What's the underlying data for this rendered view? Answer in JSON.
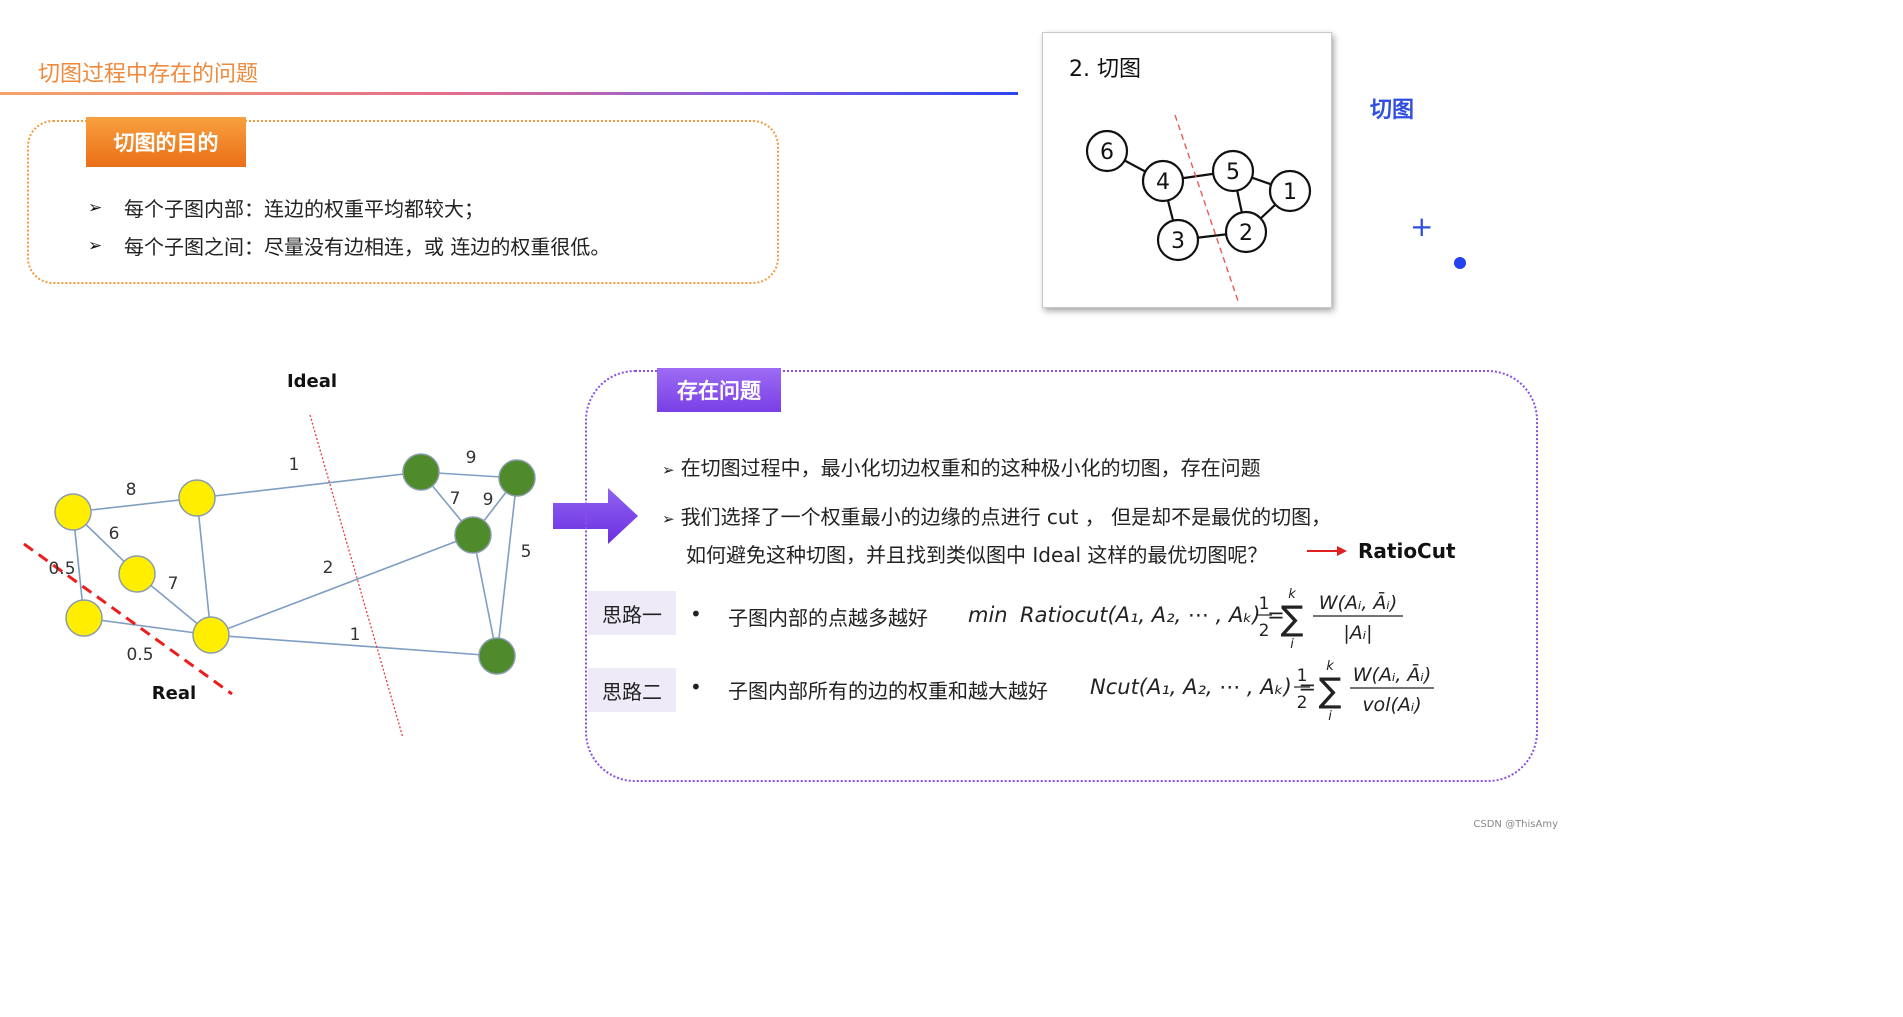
{
  "header": {
    "title": "切图过程中存在的问题"
  },
  "purpose": {
    "tag": "切图的目的",
    "items": [
      "每个子图内部：连边的权重平均都较大；",
      "每个子图之间：尽量没有边相连，或 连边的权重很低。"
    ],
    "bullet_glyph": "➢"
  },
  "mini_graph": {
    "title": "2. 切图",
    "nodes": [
      "6",
      "4",
      "5",
      "1",
      "3",
      "2"
    ]
  },
  "side_label": "切图",
  "plus_mark": "+",
  "main_graph": {
    "ideal_label": "Ideal",
    "real_label": "Real",
    "edge_weights": [
      "8",
      "6",
      "7",
      "0.5",
      "0.5",
      "1",
      "2",
      "1",
      "9",
      "7",
      "9",
      "5"
    ]
  },
  "problem": {
    "tag": "存在问题",
    "line1": "在切图过程中，最小化切边权重和的这种极小化的切图，存在问题",
    "line2": "我们选择了一个权重最小的边缘的点进行 cut ， 但是却不是最优的切图，",
    "line3": "如何避免这种切图，并且找到类似图中 Ideal 这样的最优切图呢？",
    "ratiocut": "RatioCut",
    "tri_glyph": "➢"
  },
  "ideas": [
    {
      "tag": "思路一",
      "bullet": "•",
      "text": "子图内部的点越多越好",
      "formula": {
        "prefix": "min",
        "lhs": "Ratiocut(A₁, A₂, ⋯ , Aₖ) =",
        "frac_num": "1",
        "frac_den": "2",
        "sum_top": "k",
        "sum_bottom": "i",
        "num": "W(Aᵢ, Āᵢ)",
        "den": "|Aᵢ|"
      }
    },
    {
      "tag": "思路二",
      "bullet": "•",
      "text": "子图内部所有的边的权重和越大越好",
      "formula": {
        "prefix": "",
        "lhs": "Ncut(A₁, A₂, ⋯ , Aₖ) =",
        "frac_num": "1",
        "frac_den": "2",
        "sum_top": "k",
        "sum_bottom": "i",
        "num": "W(Aᵢ, Āᵢ)",
        "den": "vol(Aᵢ)"
      }
    }
  ],
  "credit": "CSDN @ThisAmy",
  "colors": {
    "accent_orange": "#f39b3f",
    "accent_purple": "#8a4fe8",
    "accent_blue": "#2f4fe0",
    "node_yellow": "#ffee00",
    "node_green": "#4f8a2b",
    "cut_red": "#e82020"
  }
}
